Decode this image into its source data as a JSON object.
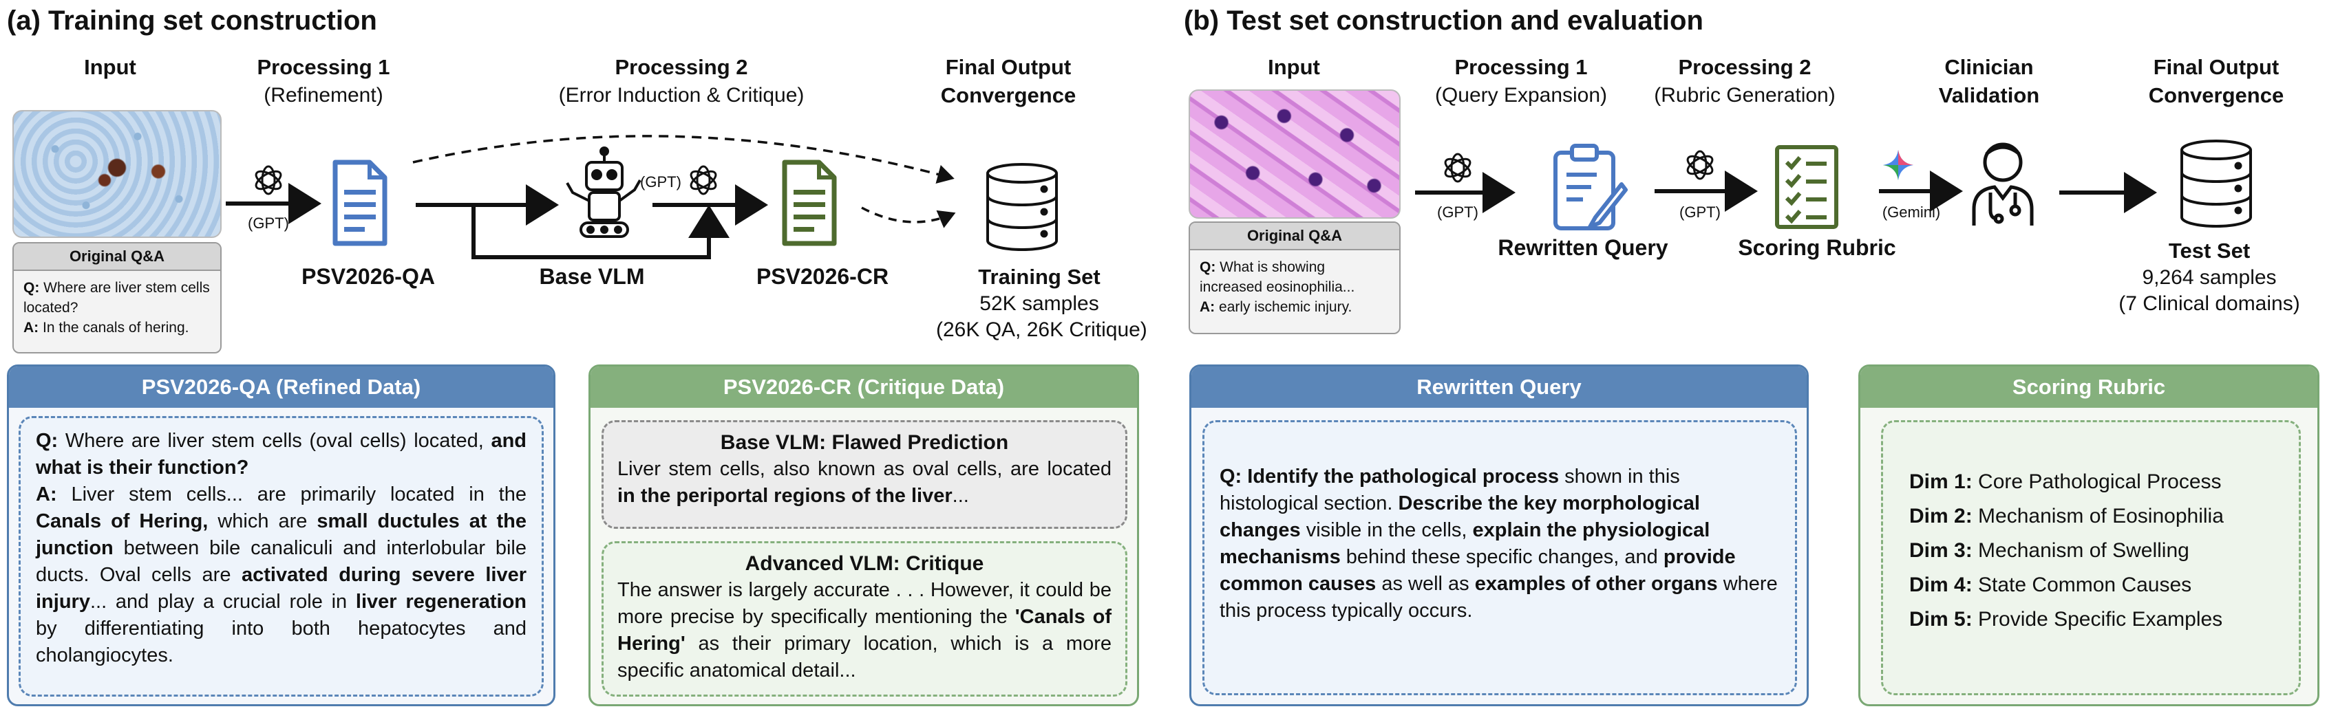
{
  "left": {
    "title": "(a) Training set construction",
    "headers": {
      "input": "Input",
      "p1_title": "Processing 1",
      "p1_sub": "(Refinement)",
      "p2_title": "Processing 2",
      "p2_sub": "(Error Induction & Critique)",
      "final_1": "Final Output",
      "final_2": "Convergence"
    },
    "original_qa": {
      "head": "Original Q&A",
      "q_label": "Q:",
      "q_text": "Where are liver stem cells located?",
      "a_label": "A:",
      "a_text": "In the canals of hering."
    },
    "gpt_label": "(GPT)",
    "gpt_label_2": "(GPT)",
    "qa_label": "PSV2026-QA",
    "vlm_label": "Base VLM",
    "cr_label": "PSV2026-CR",
    "output": {
      "title": "Training Set",
      "line1": "52K samples",
      "line2": "(26K QA, 26K Critique)"
    },
    "qa_panel": {
      "header": "PSV2026-QA (Refined Data)",
      "q_label": "Q:",
      "q_1": " Where are liver stem cells (oval cells) located, ",
      "q_2": "and what is their function?",
      "a_label": "A:",
      "a_1": " Liver stem cells... are primarily located in the ",
      "a_2": "Canals of Hering,",
      "a_3": " which are ",
      "a_4": "small ductules at the junction",
      "a_5": " between bile canaliculi and interlobular bile ducts. Oval cells are ",
      "a_6": "activated during severe liver injury",
      "a_7": "... and play a crucial role in ",
      "a_8": "liver regeneration",
      "a_9": " by differentiating into both hepatocytes and cholangiocytes."
    },
    "cr_panel": {
      "header": "PSV2026-CR (Critique Data)",
      "flawed_title": "Base VLM: Flawed Prediction",
      "flawed_1": "Liver stem cells, also known as oval cells, are located ",
      "flawed_2": "in the periportal regions of the liver",
      "flawed_3": "...",
      "critique_title": "Advanced VLM: Critique",
      "critique_1": "The answer is largely accurate . . . However, it could be more precise by specifically mentioning the ",
      "critique_2": "'Canals of Hering'",
      "critique_3": " as their primary location, which is a more specific anatomical detail..."
    }
  },
  "right": {
    "title": "(b) Test set construction and evaluation",
    "headers": {
      "input": "Input",
      "p1_title": "Processing 1",
      "p1_sub": "(Query Expansion)",
      "p2_title": "Processing 2",
      "p2_sub": "(Rubric Generation)",
      "clin_1": "Clinician",
      "clin_2": "Validation",
      "final_1": "Final Output",
      "final_2": "Convergence"
    },
    "original_qa": {
      "head": "Original Q&A",
      "q_label": "Q:",
      "q_text": "What is showing increased eosinophilia...",
      "a_label": "A:",
      "a_text": "early ischemic injury."
    },
    "gpt_label": "(GPT)",
    "gpt_label_2": "(GPT)",
    "gemini_label": "(Gemini)",
    "rewritten_label": "Rewritten Query",
    "rubric_label": "Scoring Rubric",
    "output": {
      "title": "Test Set",
      "line1": "9,264 samples",
      "line2": "(7 Clinical domains)"
    },
    "rq_panel": {
      "header": "Rewritten Query",
      "q_label": "Q:",
      "t1": " Identify the pathological process",
      "t2": " shown in this histological section. ",
      "t3": "Describe the key morphological changes",
      "t4": " visible in the cells, ",
      "t5": "explain the physiological mechanisms",
      "t6": " behind these specific changes, and ",
      "t7": "provide common causes",
      "t8": " as well as ",
      "t9": "examples of other organs",
      "t10": " where this process typically occurs."
    },
    "rubric_panel": {
      "header": "Scoring Rubric",
      "dims": [
        {
          "label": "Dim 1:",
          "text": "Core Pathological Process"
        },
        {
          "label": "Dim 2:",
          "text": "Mechanism of Eosinophilia"
        },
        {
          "label": "Dim 3:",
          "text": "Mechanism of Swelling"
        },
        {
          "label": "Dim 4:",
          "text": "State Common Causes"
        },
        {
          "label": "Dim 5:",
          "text": "Provide Specific Examples"
        }
      ]
    }
  },
  "colors": {
    "blue_header": "#5b86b8",
    "green_header": "#85b07d",
    "doc_blue": "#4a78c2",
    "doc_green": "#4e6b2e"
  }
}
